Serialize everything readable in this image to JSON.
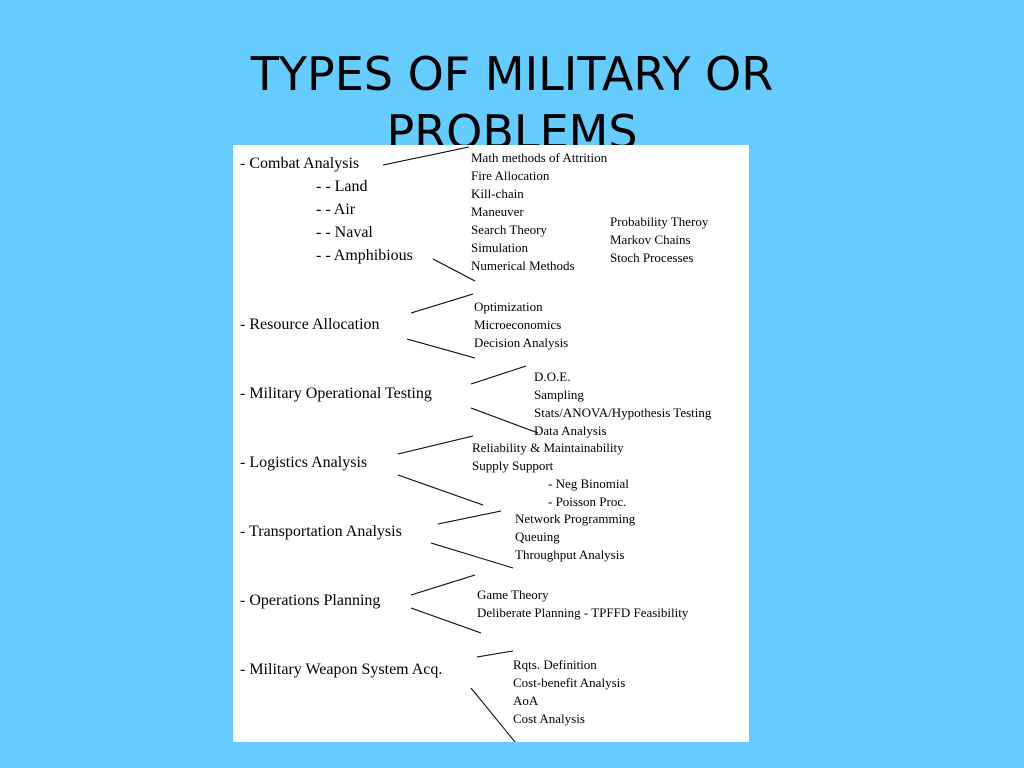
{
  "title": {
    "line1": "TYPES OF MILITARY OR",
    "line2": "PROBLEMS"
  },
  "categories": [
    "- Combat Analysis",
    "- Resource Allocation",
    "- Military Operational Testing",
    "- Logistics Analysis",
    "- Transportation Analysis",
    "- Operations Planning",
    "- Military Weapon System Acq."
  ],
  "combat_sub": [
    "- - Land",
    "- - Air",
    "- - Naval",
    "- - Amphibious"
  ],
  "combat_methods": [
    "Math methods of Attrition",
    "Fire Allocation",
    "Kill-chain",
    "Maneuver",
    "Search Theory",
    "Simulation",
    "Numerical Methods"
  ],
  "combat_probability": [
    "Probability Theroy",
    "Markov Chains",
    "Stoch Processes"
  ],
  "resource_methods": [
    "Optimization",
    "Microeconomics",
    "Decision Analysis"
  ],
  "testing_methods": [
    "D.O.E.",
    "Sampling",
    "Stats/ANOVA/Hypothesis Testing",
    "Data Analysis"
  ],
  "logistics_methods": [
    "Reliability & Maintainability",
    "Supply Support",
    "- Neg Binomial",
    "- Poisson Proc."
  ],
  "transport_methods": [
    "Network Programming",
    "Queuing",
    "Throughput Analysis"
  ],
  "planning_methods": [
    "Game Theory",
    "Deliberate Planning - TPFFD Feasibility"
  ],
  "acquisition_methods": [
    "Rqts. Definition",
    "Cost-benefit Analysis",
    "AoA",
    "Cost Analysis"
  ]
}
